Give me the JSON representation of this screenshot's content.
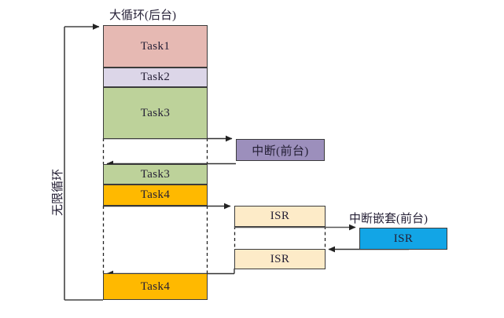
{
  "diagram": {
    "title": "大循环(后台)",
    "loop_label": "无限循环",
    "foreground_label": "中断(前台)",
    "nested_label": "中断嵌套(前台)",
    "colors": {
      "task1": "#e6b9b3",
      "task2": "#dcd6e8",
      "task3": "#bdd29a",
      "task4": "#ffb900",
      "interrupt": "#9c8fbc",
      "isr": "#fdebc8",
      "isr_nested": "#12a5e6",
      "stroke": "#3b3b3b"
    },
    "background_column": {
      "name": "大循环(后台)",
      "blocks": [
        {
          "id": "task1",
          "label": "Task1",
          "kind": "task1"
        },
        {
          "id": "task2",
          "label": "Task2",
          "kind": "task2"
        },
        {
          "id": "task3a",
          "label": "Task3",
          "kind": "task3"
        },
        {
          "id": "task3b",
          "label": "Task3",
          "kind": "task3"
        },
        {
          "id": "task4a",
          "label": "Task4",
          "kind": "task4"
        },
        {
          "id": "task4b",
          "label": "Task4",
          "kind": "task4"
        }
      ]
    },
    "interrupt_column": {
      "name": "中断(前台)",
      "blocks": [
        {
          "id": "irq1",
          "label": "中断(前台)",
          "kind": "irq"
        },
        {
          "id": "isr1",
          "label": "ISR",
          "kind": "isr"
        },
        {
          "id": "isr2",
          "label": "ISR",
          "kind": "isr"
        }
      ]
    },
    "nested_column": {
      "name": "中断嵌套(前台)",
      "blocks": [
        {
          "id": "isr_nested",
          "label": "ISR",
          "kind": "isrblue"
        }
      ]
    },
    "flows": [
      {
        "from": "loop-start",
        "to": "task1",
        "direction": "right"
      },
      {
        "from": "task3a",
        "to": "irq1",
        "direction": "right"
      },
      {
        "from": "irq1",
        "to": "task3b",
        "direction": "left"
      },
      {
        "from": "task4a",
        "to": "isr1",
        "direction": "right"
      },
      {
        "from": "isr1",
        "to": "isr_nested",
        "direction": "right"
      },
      {
        "from": "isr_nested",
        "to": "isr2",
        "direction": "left"
      },
      {
        "from": "isr2",
        "to": "task4b",
        "direction": "left"
      }
    ]
  }
}
